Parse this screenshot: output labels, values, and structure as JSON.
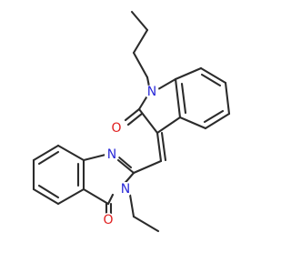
{
  "molecule": {
    "colors": {
      "bond": "#2b2b2b",
      "N": "#2a2ad8",
      "O": "#e01e1e"
    },
    "atoms": [
      {
        "id": "N1",
        "element": "N",
        "label": "N"
      },
      {
        "id": "O1",
        "element": "O",
        "label": "O"
      },
      {
        "id": "N2",
        "element": "N",
        "label": "N"
      },
      {
        "id": "N3",
        "element": "N",
        "label": "N"
      },
      {
        "id": "O2",
        "element": "O",
        "label": "O"
      }
    ]
  }
}
